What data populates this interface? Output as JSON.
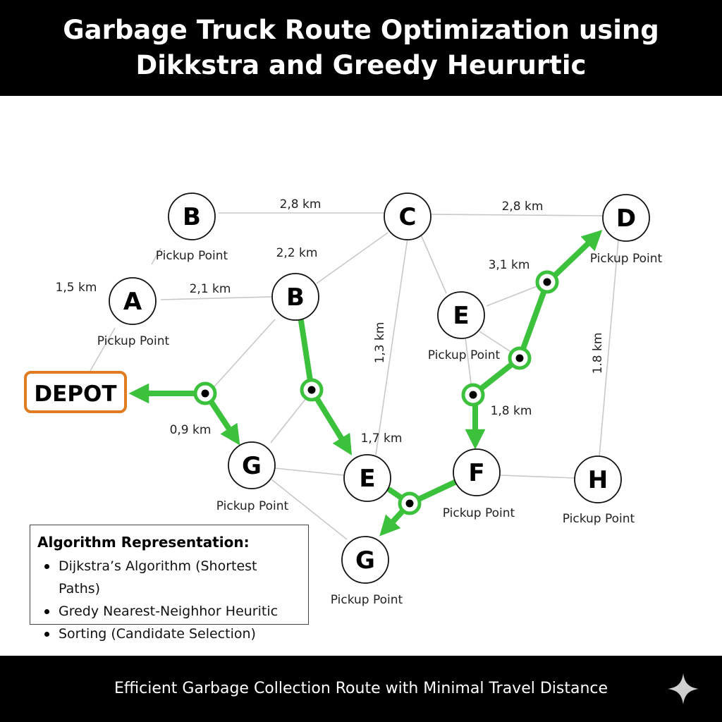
{
  "title": {
    "line1": "Garbage Truck Route Optimization using",
    "line2": "Dikkstra and Greedy Heururtic"
  },
  "nodes": {
    "b_top": "B",
    "c": "C",
    "d": "D",
    "a": "A",
    "b_mid": "B",
    "e_right": "E",
    "g_left": "G",
    "e_bottom": "E",
    "f": "F",
    "h": "H",
    "g_bottom": "G"
  },
  "captions": {
    "b_top": "Pickup Point",
    "d": "Pickup Point",
    "a": "Pickup Point",
    "e_right": "Pickup Point",
    "g_left": "Pickup Point",
    "f": "Pickup Point",
    "h": "Pickup Point",
    "g_bottom": "Pickup Point"
  },
  "depot_label": "DEPOT",
  "edge_labels": {
    "b_c": "2,8 km",
    "c_d": "2,8 km",
    "b_mid_c": "2,2 km",
    "a_depot": "1,5 km",
    "a_b": "2,1 km",
    "e_d": "3,1 km",
    "c_e_bottom": "1,3 km",
    "d_h": "1.8 km",
    "depot_g": "0,9 km",
    "b_e": "1,7 km",
    "e_f": "1,8 km"
  },
  "legend": {
    "title": "Algorithm Representation:",
    "items": [
      "Dijkstra’s Algorithm (Shortest Paths)",
      "Gredy Nearest-Neighhor Heuritic",
      "Sorting (Candidate Selection)"
    ]
  },
  "footer": {
    "caption": "Efficient Garbage Collection Route with Minimal Travel Distance",
    "icon": "sparkle-icon"
  },
  "colors": {
    "route": "#3cc13c",
    "depot_border": "#e07b1f",
    "edge": "#c8c8c8"
  }
}
